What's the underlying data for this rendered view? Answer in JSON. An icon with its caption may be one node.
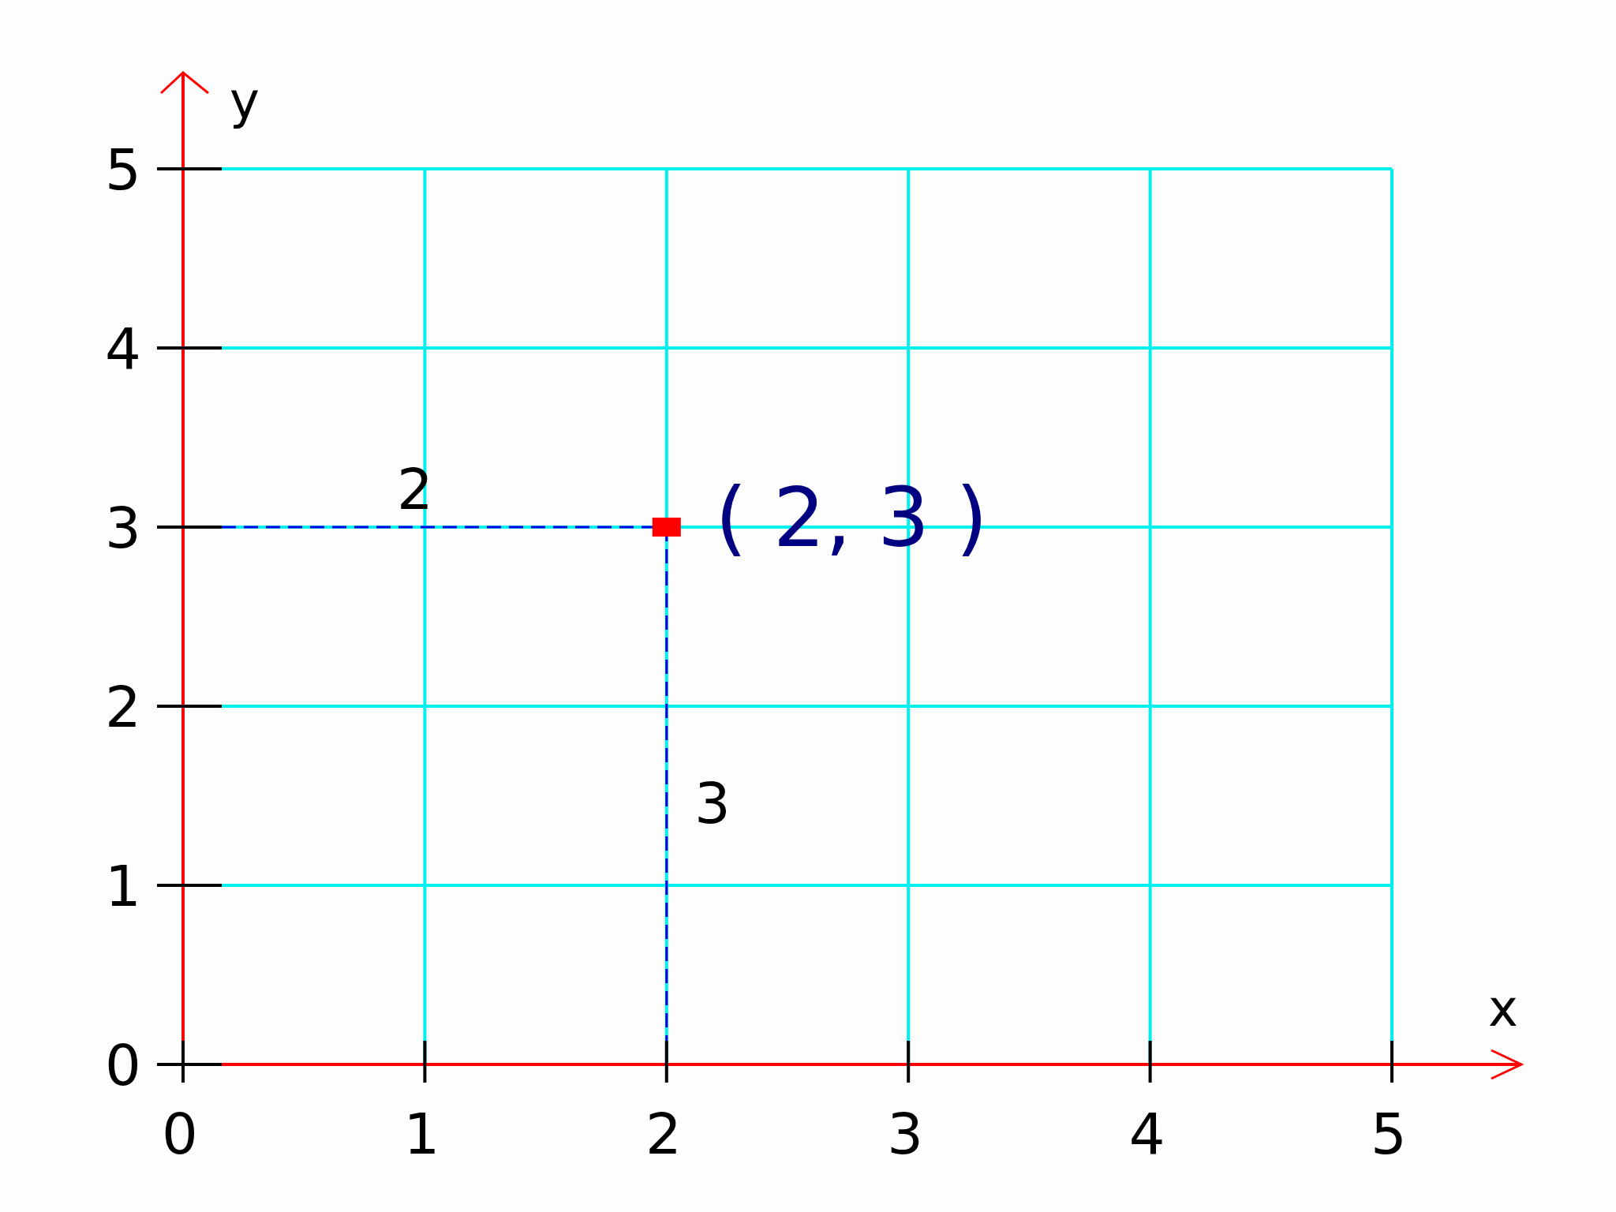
{
  "diagram": {
    "labels": [
      "2",
      "( 2, 3 )",
      "3"
    ],
    "chart_data": {
      "type": "scatter",
      "xlabel": "x",
      "ylabel": "y",
      "x": [
        2
      ],
      "series": [
        {
          "color": "#ff0000",
          "values": [
            3
          ]
        }
      ],
      "grid": true,
      "xlim": [
        0,
        5
      ],
      "ylim": [
        0,
        5
      ],
      "xticks": [
        0,
        1,
        2,
        3,
        4,
        5
      ],
      "yticks": [
        0,
        1,
        2,
        3,
        4,
        5
      ]
    }
  }
}
